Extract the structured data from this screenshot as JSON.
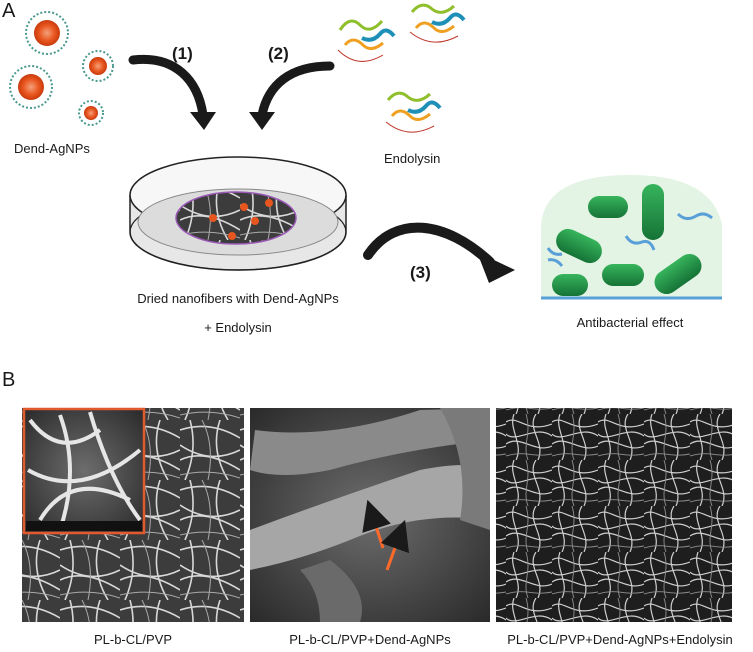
{
  "panel_a": {
    "letter": "A",
    "dend_label": "Dend-AgNPs",
    "endolysin_label": "Endolysin",
    "step1": "(1)",
    "step2": "(2)",
    "step3": "(3)",
    "dish_line1": "Dried nanofibers with Dend-AgNPs",
    "dish_line2": "+ Endolysin",
    "effect_label": "Antibacterial effect"
  },
  "panel_b": {
    "letter": "B",
    "captions": [
      "PL-b-CL/PVP",
      "PL-b-CL/PVP+Dend-AgNPs",
      "PL-b-CL/PVP+Dend-AgNPs+Endolysin"
    ]
  },
  "colors": {
    "nanoparticle": "#e8561f",
    "bacteria": "#1f9a45",
    "dome": "#e3f3e4",
    "surface_line": "#5aa0d8",
    "arrow": "#1a1a1a",
    "inset_border": "#e2592e"
  }
}
